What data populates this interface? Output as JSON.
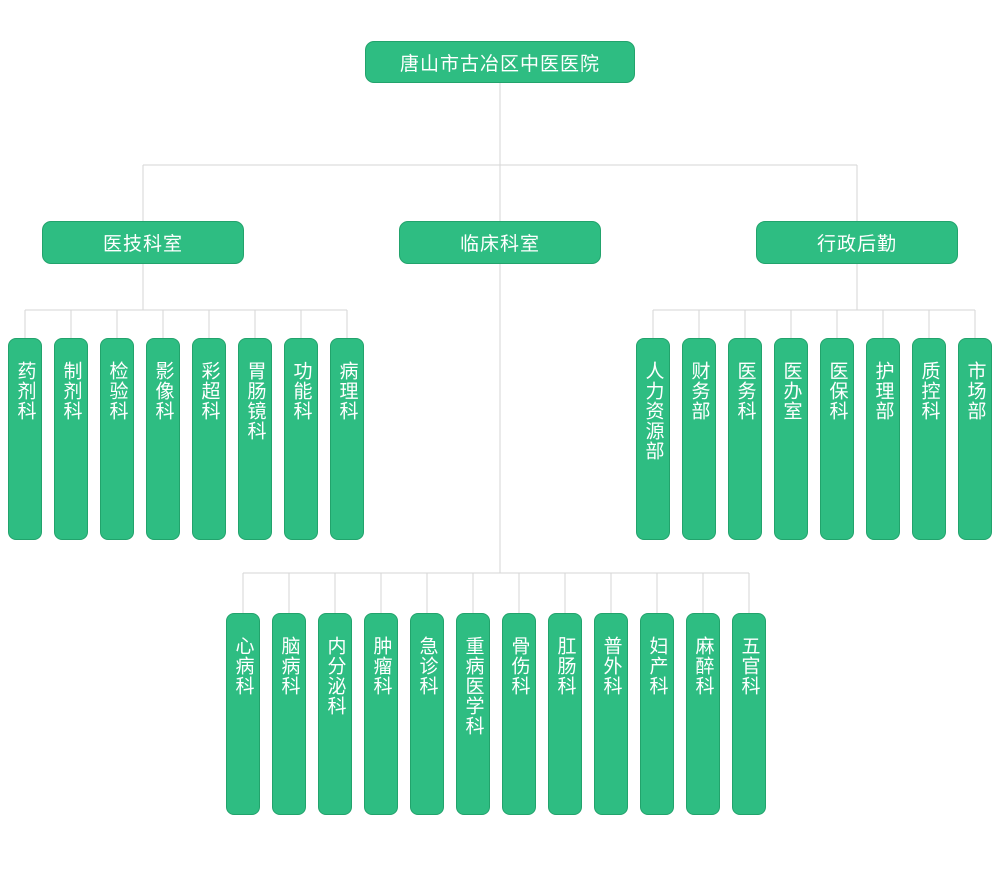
{
  "root": {
    "label": "唐山市古冶区中医医院"
  },
  "groups": [
    {
      "label": "医技科室",
      "children": [
        "药剂科",
        "制剂科",
        "检验科",
        "影像科",
        "彩超科",
        "胃肠镜科",
        "功能科",
        "病理科"
      ]
    },
    {
      "label": "临床科室",
      "children": [
        "心病科",
        "脑病科",
        "内分泌科",
        "肿瘤科",
        "急诊科",
        "重病医学科",
        "骨伤科",
        "肛肠科",
        "普外科",
        "妇产科",
        "麻醉科",
        "五官科"
      ]
    },
    {
      "label": "行政后勤",
      "children": [
        "人力资源部",
        "财务部",
        "医务科",
        "医办室",
        "医保科",
        "护理部",
        "质控科",
        "市场部"
      ]
    }
  ],
  "colors": {
    "node_fill": "#2ebd82",
    "node_border": "#22a36c",
    "text": "#ffffff",
    "connector": "#d6d6d6"
  }
}
